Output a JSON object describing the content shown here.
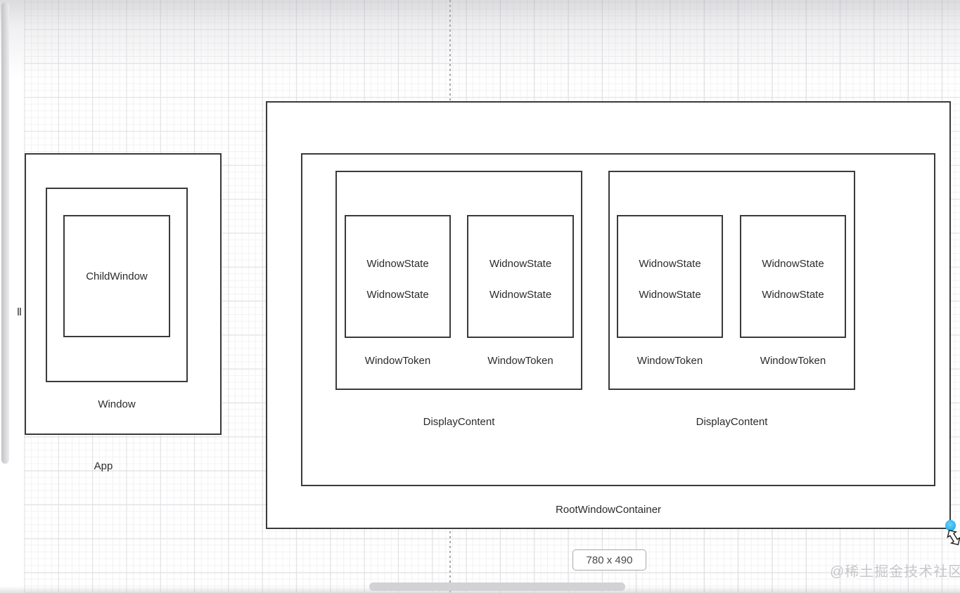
{
  "left_group": {
    "app_label": "App",
    "window_label": "Window",
    "child_window_label": "ChildWindow"
  },
  "root_group": {
    "root_label": "RootWindowContainer",
    "display_contents": [
      {
        "label": "DisplayContent",
        "tokens": [
          {
            "label": "WindowToken",
            "state_lines": [
              "WidnowState",
              "WidnowState"
            ]
          },
          {
            "label": "WindowToken",
            "state_lines": [
              "WidnowState",
              "WidnowState"
            ]
          }
        ]
      },
      {
        "label": "DisplayContent",
        "tokens": [
          {
            "label": "WindowToken",
            "state_lines": [
              "WidnowState",
              "WidnowState"
            ]
          },
          {
            "label": "WindowToken",
            "state_lines": [
              "WidnowState",
              "WidnowState"
            ]
          }
        ]
      }
    ]
  },
  "overlays": {
    "size_badge": "780 x 490",
    "watermark": "@稀土掘金技术社区"
  },
  "icons": {
    "resize_cursor": "diagonal-double-arrow",
    "collapse_handle": "double-vertical-bars",
    "resize_handle": "cyan-dot"
  },
  "colors": {
    "box_border": "#3a3a3a",
    "accent_resize_handle": "#2fb5ef",
    "grid_major": "#e0e0e4",
    "grid_minor": "#f2f2f4",
    "guide_dash": "#a8a8ac",
    "scrollbar": "#d2d2d4",
    "watermark_text": "#c7c7cb"
  }
}
